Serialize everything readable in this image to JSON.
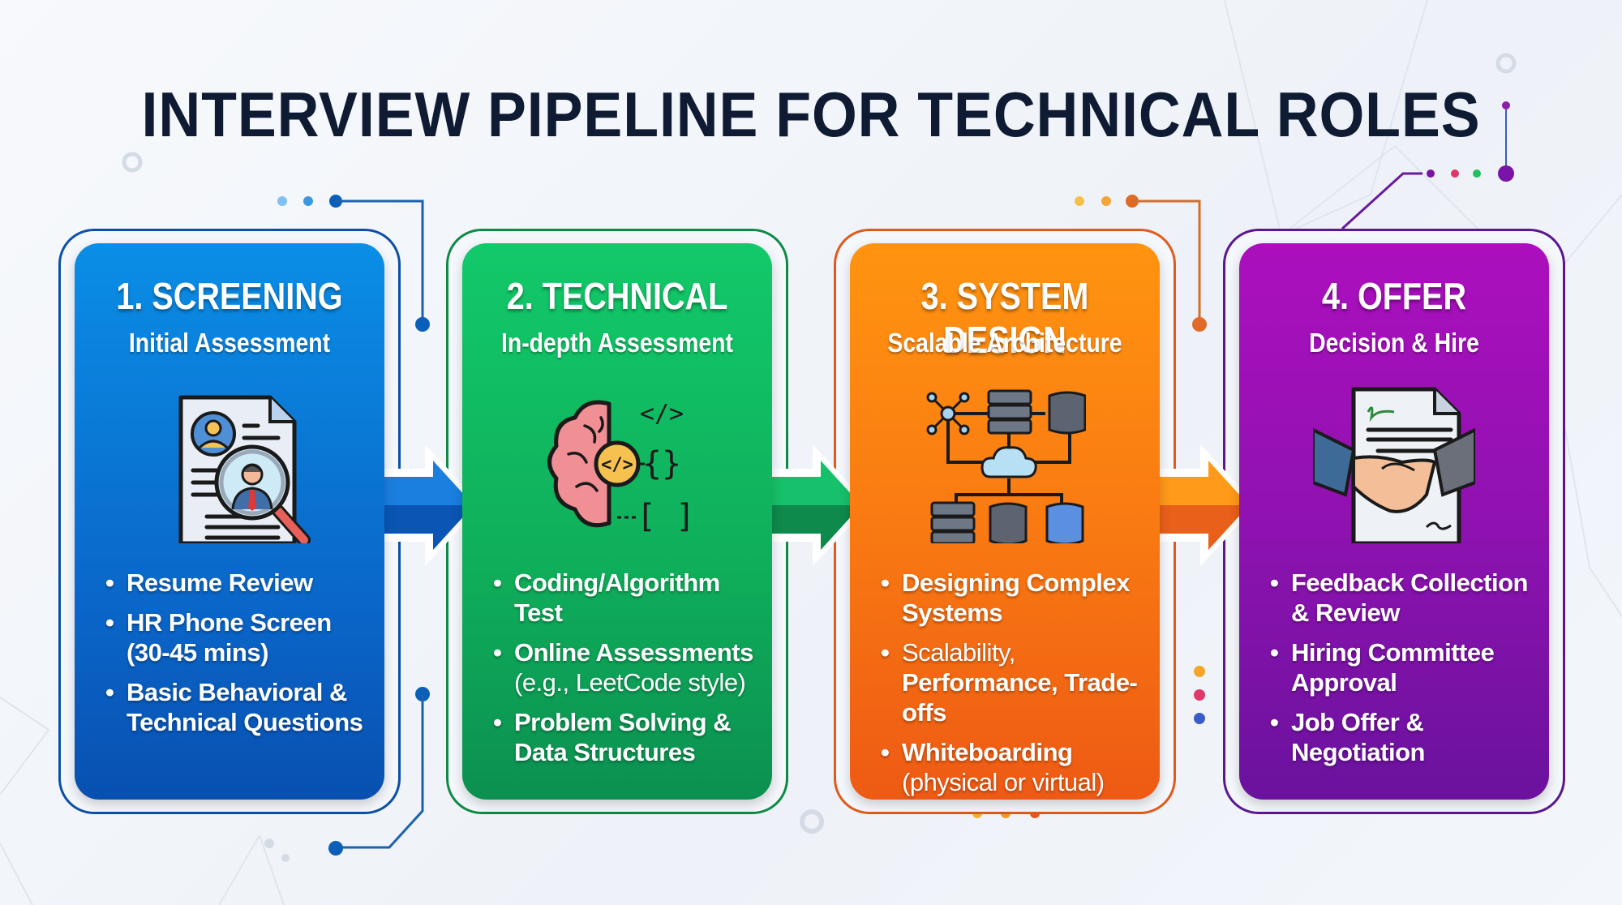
{
  "title": "INTERVIEW PIPELINE FOR TECHNICAL ROLES",
  "colors": {
    "screening": "#0a63c6",
    "technical": "#0fad5a",
    "system_design": "#f97a12",
    "offer": "#8f12b0",
    "title": "#0f1a33"
  },
  "stages": [
    {
      "heading": "1. SCREENING",
      "subheading": "Initial Assessment",
      "icon": "resume-magnifier-icon",
      "bullets": [
        {
          "bold": "Resume Review",
          "light": ""
        },
        {
          "bold": "HR Phone Screen (30-45 mins)",
          "light": ""
        },
        {
          "bold": "Basic Behavioral & Technical Questions",
          "light": ""
        }
      ]
    },
    {
      "heading": "2. TECHNICAL",
      "subheading": "In-depth Assessment",
      "icon": "brain-code-icon",
      "bullets": [
        {
          "bold": "Coding/Algorithm Test",
          "light": ""
        },
        {
          "bold": "Online Assessments",
          "light": "(e.g., LeetCode style)"
        },
        {
          "bold": "Problem Solving & Data Structures",
          "light": ""
        }
      ]
    },
    {
      "heading": "3. SYSTEM DESIGN",
      "subheading": "Scalable Architecture",
      "icon": "system-architecture-icon",
      "bullets": [
        {
          "bold": "Designing Complex Systems",
          "light": ""
        },
        {
          "bold": "Performance, Trade-offs",
          "light_prefix": "Scalability,"
        },
        {
          "bold": "Whiteboarding",
          "light": "(physical or virtual)"
        }
      ]
    },
    {
      "heading": "4. OFFER",
      "subheading": "Decision & Hire",
      "icon": "handshake-contract-icon",
      "bullets": [
        {
          "bold": "Feedback Collection & Review",
          "light": ""
        },
        {
          "bold": "Hiring Committee Approval",
          "light": ""
        },
        {
          "bold": "Job Offer & Negotiation",
          "light": ""
        }
      ]
    }
  ]
}
